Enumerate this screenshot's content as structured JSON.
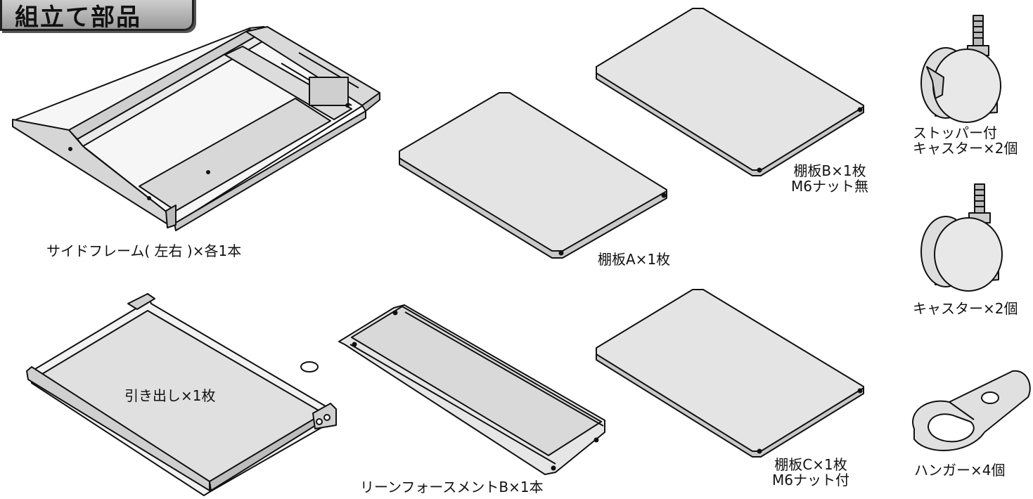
{
  "title": "組立て部品",
  "parts": {
    "side_frame": "サイドフレーム( 左右 )×各1本",
    "shelf_a": "棚板A×1枚",
    "shelf_b": [
      "棚板B×1枚",
      "M6ナット無"
    ],
    "stopper_caster": [
      "ストッパー付",
      "キャスター×2個"
    ],
    "caster": "キャスター×2個",
    "drawer": "引き出し×1枚",
    "reinforcement_b": "リーンフォースメントB×1本",
    "shelf_c": [
      "棚板C×1枚",
      "M6ナット付"
    ],
    "hanger": "ハンガー×4個"
  },
  "colors": {
    "part_fill": "#e4e4e4",
    "part_shade": "#c8c8c8",
    "outline": "#111111"
  }
}
